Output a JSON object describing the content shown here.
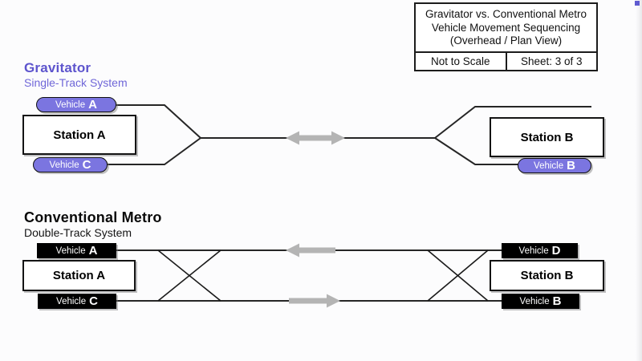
{
  "colors": {
    "accent_purple_heading": "#5d54cd",
    "accent_purple_sub": "#6f66d8",
    "pill_purple_fill": "#7b75e0",
    "tag_black_fill": "#000000",
    "track_line": "#262626",
    "flow_arrow_gray": "#b4b4b4",
    "page_background": "#fcfcfd"
  },
  "title_block": {
    "line1": "Gravitator vs. Conventional Metro",
    "line2": "Vehicle Movement Sequencing",
    "line3": "(Overhead / Plan View)",
    "scale_note": "Not to Scale",
    "sheet_label": "Sheet: 3 of 3"
  },
  "gravitator": {
    "heading": "Gravitator",
    "subheading": "Single-Track System",
    "stations": {
      "a": "Station A",
      "b": "Station B"
    },
    "vehicles": {
      "a": {
        "prefix": "Vehicle",
        "letter": "A"
      },
      "c": {
        "prefix": "Vehicle",
        "letter": "C"
      },
      "b": {
        "prefix": "Vehicle",
        "letter": "B"
      }
    }
  },
  "metro": {
    "heading": "Conventional Metro",
    "subheading": "Double-Track System",
    "stations": {
      "a": "Station A",
      "b": "Station B"
    },
    "vehicles": {
      "a": {
        "prefix": "Vehicle",
        "letter": "A"
      },
      "c": {
        "prefix": "Vehicle",
        "letter": "C"
      },
      "d": {
        "prefix": "Vehicle",
        "letter": "D"
      },
      "b": {
        "prefix": "Vehicle",
        "letter": "B"
      }
    }
  }
}
